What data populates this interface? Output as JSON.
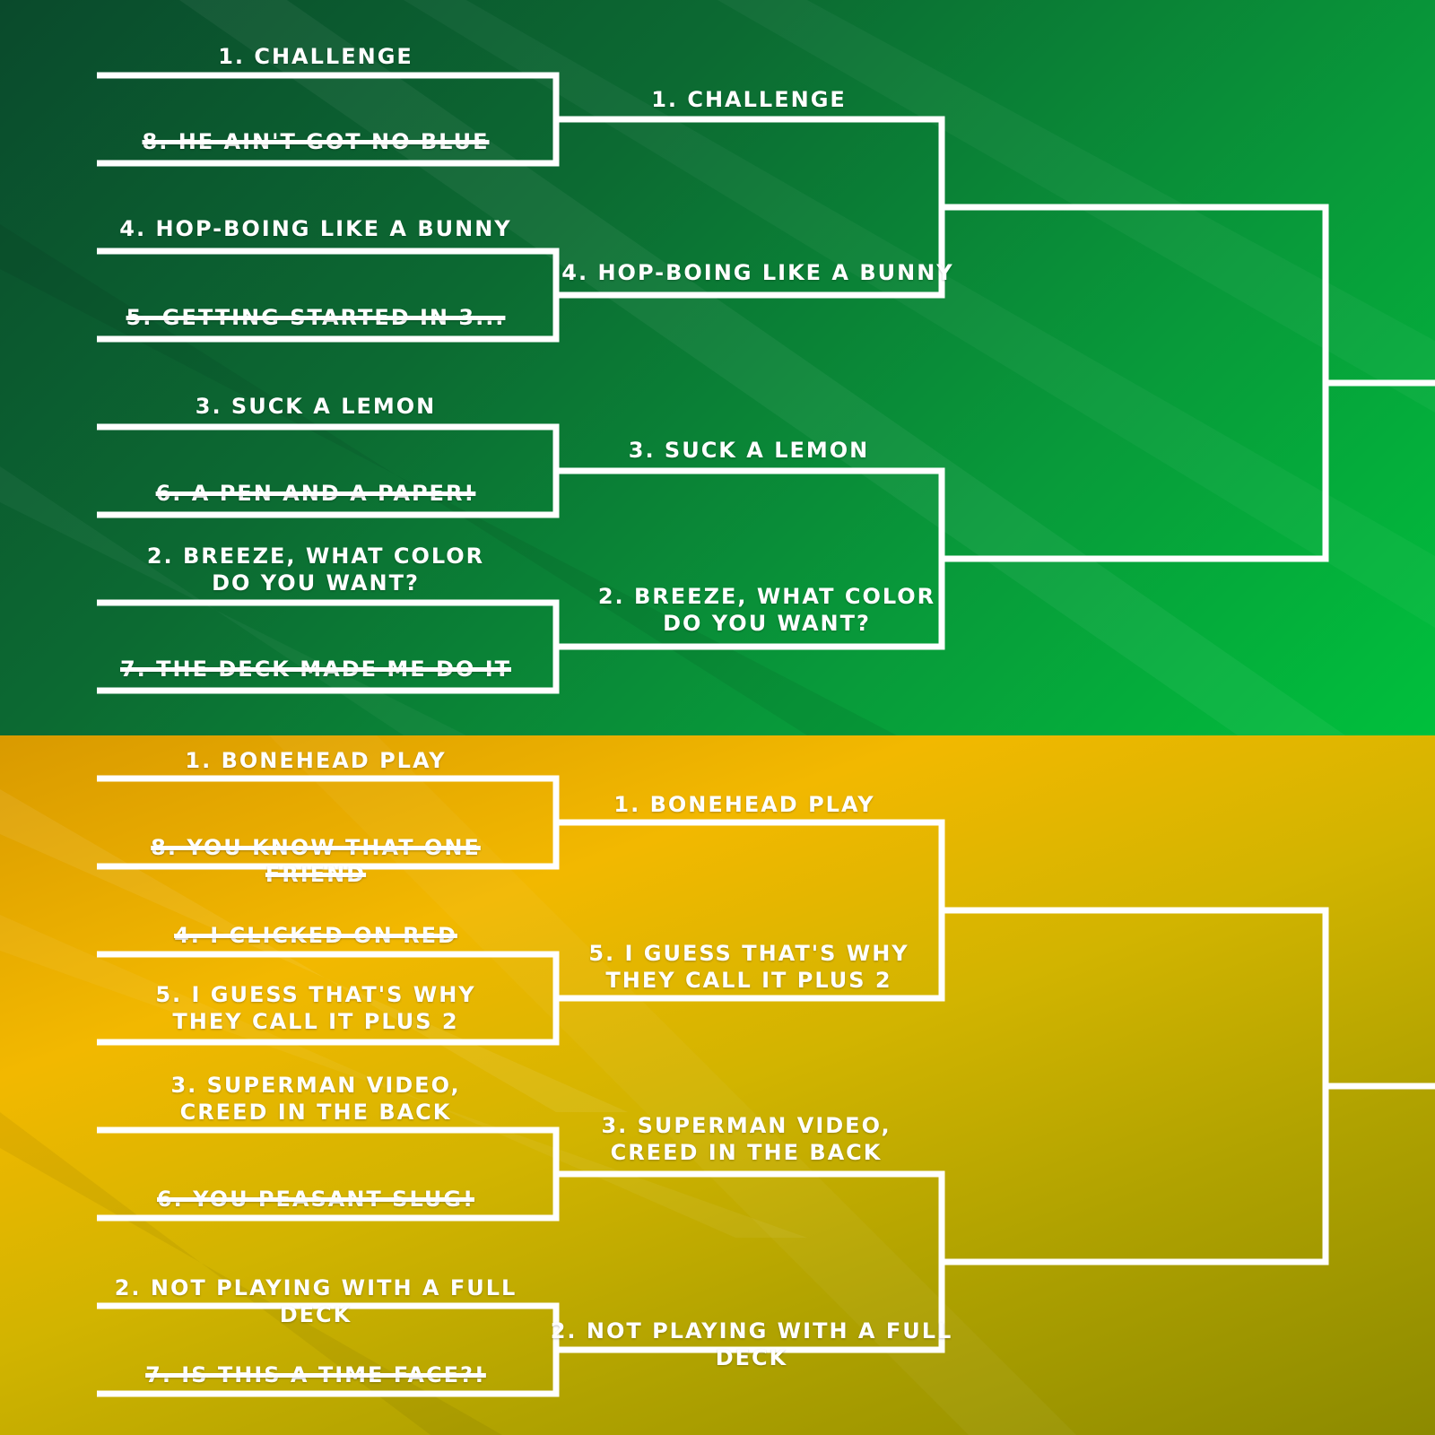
{
  "bracket": {
    "top": {
      "round1": [
        {
          "winner": "1. CHALLENGE",
          "loser": "8. HE AIN'T GOT NO BLUE"
        },
        {
          "winner": "4. HOP-BOING LIKE A BUNNY",
          "loser": "5. GETTING STARTED IN 3..."
        },
        {
          "winner": "3. SUCK A LEMON",
          "loser": "6. A PEN AND A PAPER!"
        },
        {
          "winner": "2. BREEZE, WHAT COLOR\nDO YOU WANT?",
          "loser": "7. THE DECK MADE ME DO IT"
        }
      ],
      "round2": [
        "1. CHALLENGE",
        "4. HOP-BOING LIKE A BUNNY",
        "3. SUCK A LEMON",
        "2. BREEZE, WHAT COLOR\nDO YOU WANT?"
      ]
    },
    "bottom": {
      "round1": [
        {
          "winner": "1. BONEHEAD PLAY",
          "loser": "8. YOU KNOW THAT ONE FRIEND"
        },
        {
          "loser": "4. I CLICKED ON RED",
          "winner": "5. I GUESS THAT'S WHY\nTHEY CALL IT PLUS 2"
        },
        {
          "winner": "3. SUPERMAN VIDEO,\nCREED IN THE BACK",
          "loser": "6. YOU PEASANT SLUG!"
        },
        {
          "winner": "2. NOT PLAYING WITH A FULL DECK",
          "loser": "7. IS THIS A TIME FACE?!"
        }
      ],
      "round2": [
        "1. BONEHEAD PLAY",
        "5. I GUESS THAT'S WHY\nTHEY CALL IT PLUS 2",
        "3. SUPERMAN VIDEO,\nCREED IN THE BACK",
        "2. NOT PLAYING WITH A FULL DECK"
      ]
    }
  },
  "colors": {
    "line": "#ffffff",
    "green_dark": "#0a4a2c",
    "green_light": "#00c03c",
    "yellow_light": "#f2b800",
    "yellow_dark": "#8c8a00"
  }
}
